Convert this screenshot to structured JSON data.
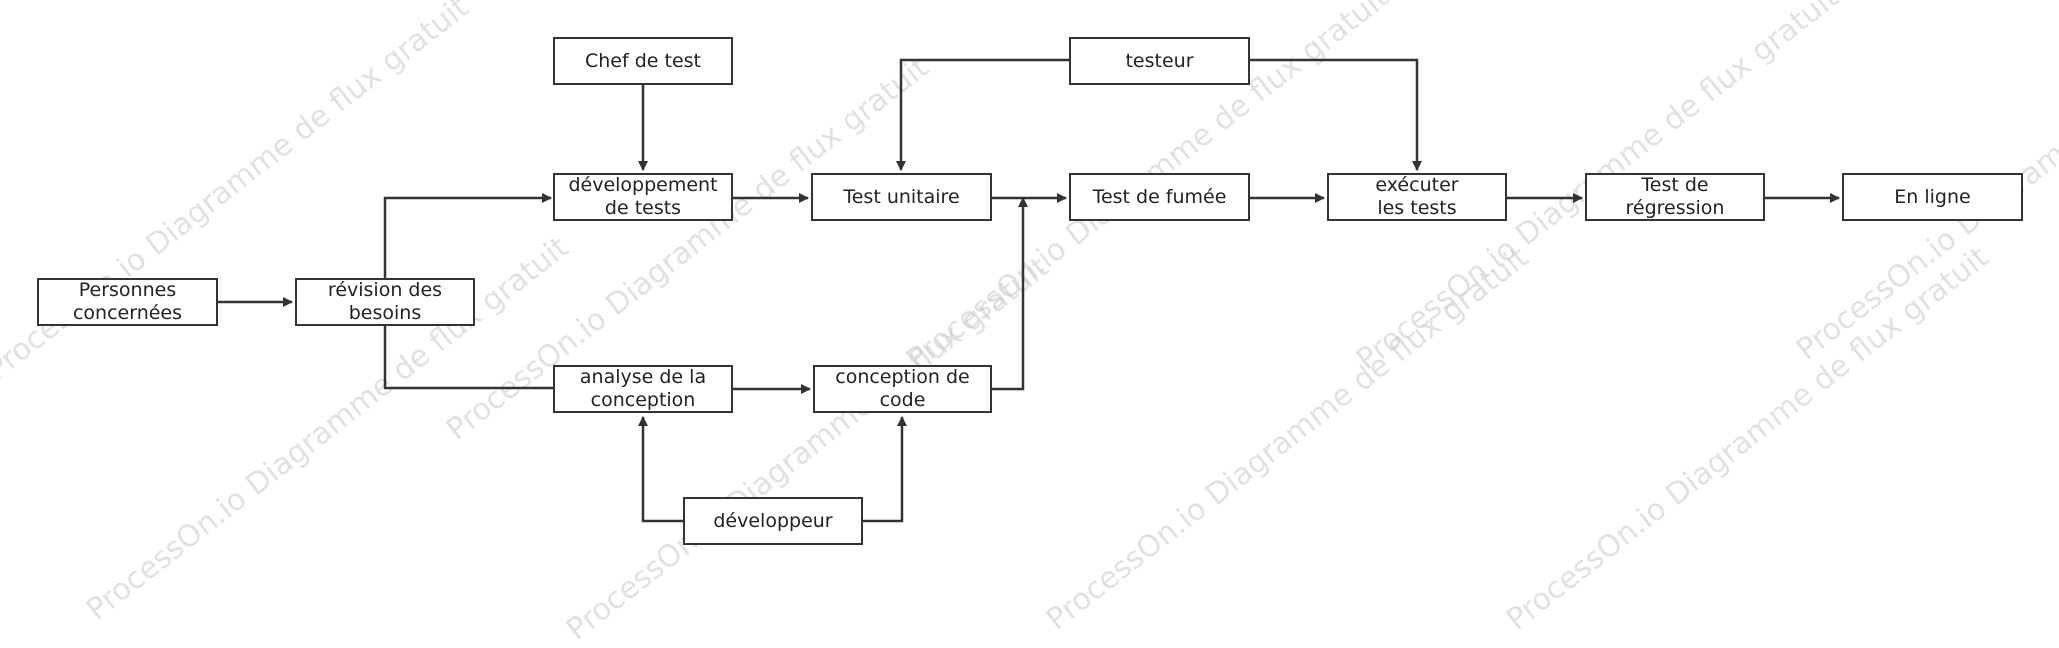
{
  "diagram": {
    "nodes": {
      "chef": "Chef de test",
      "testeur": "testeur",
      "dev_tests": "développement de tests",
      "unitaire": "Test unitaire",
      "fumee": "Test de fumée",
      "executer": "exécuter les tests",
      "regression": "Test de régression",
      "en_ligne": "En ligne",
      "personnes": "Personnes concernées",
      "revision": "révision des besoins",
      "analyse": "analyse de la conception",
      "conception_code": "conception de code",
      "developpeur": "développeur"
    },
    "edges": [
      [
        "chef",
        "dev_tests"
      ],
      [
        "testeur",
        "unitaire"
      ],
      [
        "testeur",
        "executer"
      ],
      [
        "personnes",
        "revision"
      ],
      [
        "revision",
        "dev_tests"
      ],
      [
        "revision",
        "analyse"
      ],
      [
        "dev_tests",
        "unitaire"
      ],
      [
        "unitaire",
        "fumee"
      ],
      [
        "fumee",
        "executer"
      ],
      [
        "executer",
        "regression"
      ],
      [
        "regression",
        "en_ligne"
      ],
      [
        "analyse",
        "conception_code"
      ],
      [
        "conception_code",
        "fumee"
      ],
      [
        "developpeur",
        "analyse"
      ],
      [
        "developpeur",
        "conception_code"
      ]
    ]
  },
  "watermark": "ProcessOn.io Diagramme de flux gratuit",
  "colors": {
    "stroke": "#333333",
    "text": "#222222",
    "watermark": "#c9c9c9"
  }
}
